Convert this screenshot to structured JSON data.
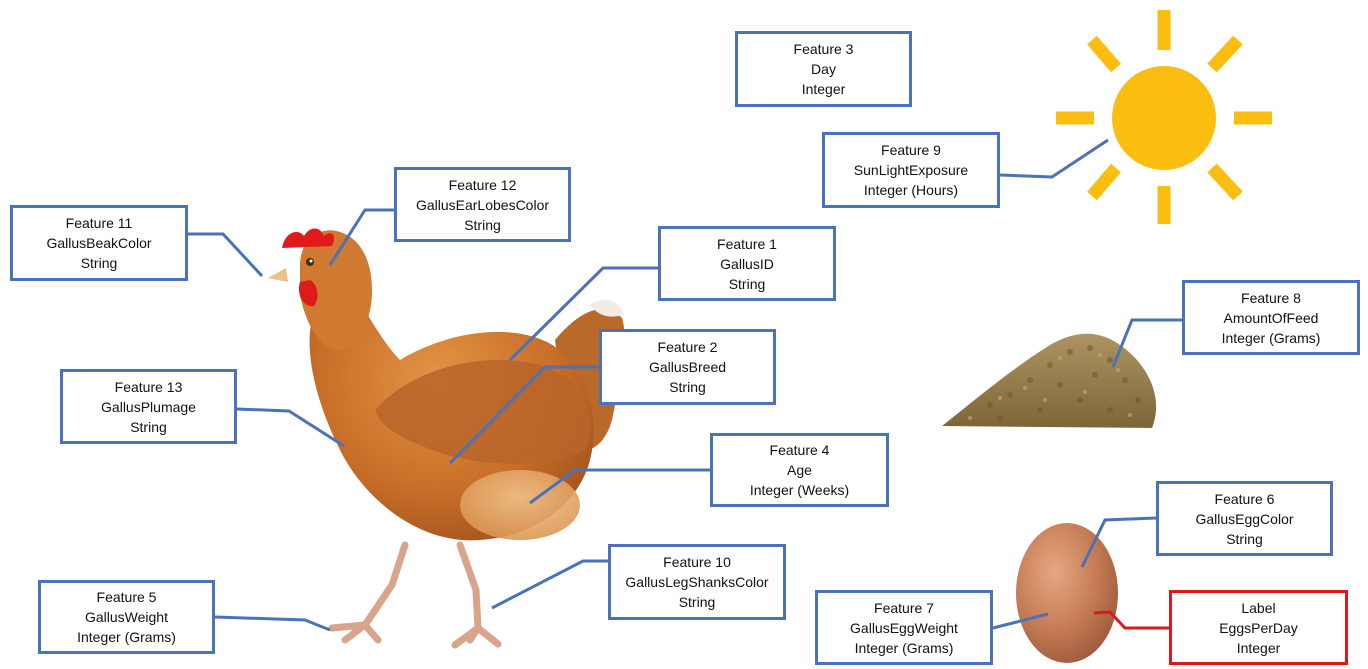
{
  "features": [
    {
      "id": "f1",
      "title": "Feature 1",
      "name": "GallusID",
      "type": "String"
    },
    {
      "id": "f2",
      "title": "Feature 2",
      "name": "GallusBreed",
      "type": "String"
    },
    {
      "id": "f3",
      "title": "Feature 3",
      "name": "Day",
      "type": "Integer"
    },
    {
      "id": "f4",
      "title": "Feature 4",
      "name": "Age",
      "type": "Integer (Weeks)"
    },
    {
      "id": "f5",
      "title": "Feature 5",
      "name": "GallusWeight",
      "type": "Integer (Grams)"
    },
    {
      "id": "f6",
      "title": "Feature 6",
      "name": "GallusEggColor",
      "type": "String"
    },
    {
      "id": "f7",
      "title": "Feature 7",
      "name": "GallusEggWeight",
      "type": "Integer (Grams)"
    },
    {
      "id": "f8",
      "title": "Feature 8",
      "name": "AmountOfFeed",
      "type": "Integer (Grams)"
    },
    {
      "id": "f9",
      "title": "Feature 9",
      "name": "SunLightExposure",
      "type": "Integer (Hours)"
    },
    {
      "id": "f10",
      "title": "Feature 10",
      "name": "GallusLegShanksColor",
      "type": "String"
    },
    {
      "id": "f11",
      "title": "Feature 11",
      "name": "GallusBeakColor",
      "type": "String"
    },
    {
      "id": "f12",
      "title": "Feature 12",
      "name": "GallusEarLobesColor",
      "type": "String"
    },
    {
      "id": "f13",
      "title": "Feature 13",
      "name": "GallusPlumage",
      "type": "String"
    }
  ],
  "label": {
    "title": "Label",
    "name": "EggsPerDay",
    "type": "Integer"
  },
  "colors": {
    "feature_border": "#4a72b8",
    "label_border": "#d91a1a",
    "sun": "#fbbd10",
    "hen": "#c9702a",
    "egg": "#c07a52",
    "feed": "#9a7f50"
  },
  "icons": [
    "hen-image",
    "sun-icon",
    "feed-pile-image",
    "egg-image"
  ]
}
